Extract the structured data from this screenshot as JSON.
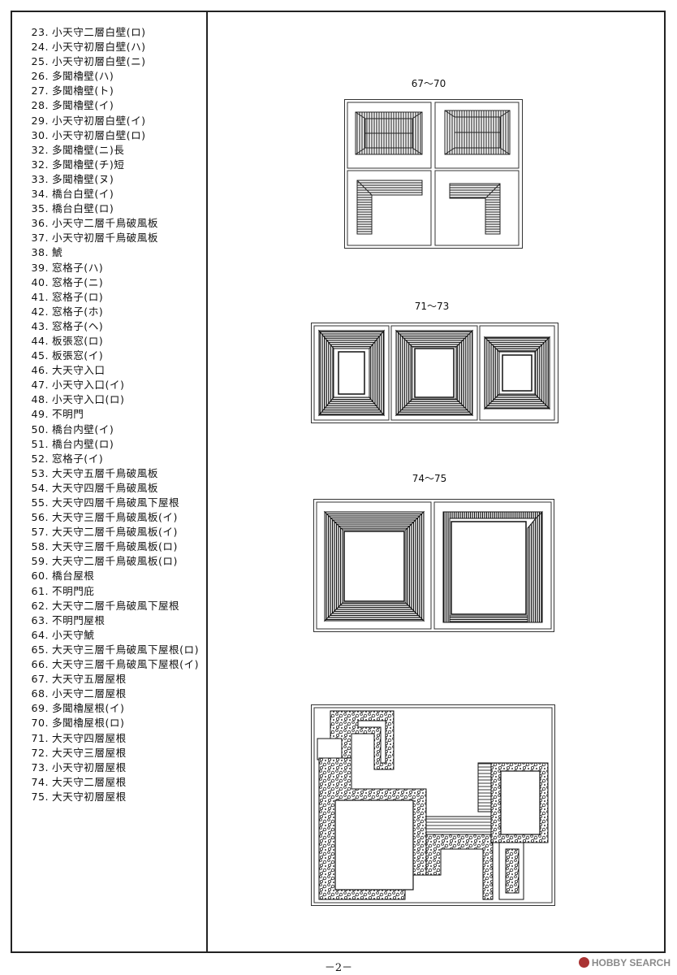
{
  "parts": [
    {
      "num": "23.",
      "name": "小天守二層白壁(ロ)"
    },
    {
      "num": "24.",
      "name": "小天守初層白壁(ハ)"
    },
    {
      "num": "25.",
      "name": "小天守初層白壁(ニ)"
    },
    {
      "num": "26.",
      "name": "多聞櫓壁(ハ)"
    },
    {
      "num": "27.",
      "name": "多聞櫓壁(ト)"
    },
    {
      "num": "28.",
      "name": "多聞櫓壁(イ)"
    },
    {
      "num": "29.",
      "name": "小天守初層白壁(イ)"
    },
    {
      "num": "30.",
      "name": "小天守初層白壁(ロ)"
    },
    {
      "num": "32.",
      "name": "多聞櫓壁(ニ)長"
    },
    {
      "num": "32.",
      "name": "多聞櫓壁(チ)短"
    },
    {
      "num": "33.",
      "name": "多聞櫓壁(ヌ)"
    },
    {
      "num": "34.",
      "name": "橋台白壁(イ)"
    },
    {
      "num": "35.",
      "name": "橋台白壁(ロ)"
    },
    {
      "num": "36.",
      "name": "小天守二層千鳥破風板"
    },
    {
      "num": "37.",
      "name": "小天守初層千鳥破風板"
    },
    {
      "num": "38.",
      "name": "鯱"
    },
    {
      "num": "39.",
      "name": "窓格子(ハ)"
    },
    {
      "num": "40.",
      "name": "窓格子(ニ)"
    },
    {
      "num": "41.",
      "name": "窓格子(ロ)"
    },
    {
      "num": "42.",
      "name": "窓格子(ホ)"
    },
    {
      "num": "43.",
      "name": "窓格子(ヘ)"
    },
    {
      "num": "44.",
      "name": "板張窓(ロ)"
    },
    {
      "num": "45.",
      "name": "板張窓(イ)"
    },
    {
      "num": "46.",
      "name": "大天守入口"
    },
    {
      "num": "47.",
      "name": "小天守入口(イ)"
    },
    {
      "num": "48.",
      "name": "小天守入口(ロ)"
    },
    {
      "num": "49.",
      "name": "不明門"
    },
    {
      "num": "50.",
      "name": "橋台内壁(イ)"
    },
    {
      "num": "51.",
      "name": "橋台内壁(ロ)"
    },
    {
      "num": "52.",
      "name": "窓格子(イ)"
    },
    {
      "num": "53.",
      "name": "大天守五層千鳥破風板"
    },
    {
      "num": "54.",
      "name": "大天守四層千鳥破風板"
    },
    {
      "num": "55.",
      "name": "大天守四層千鳥破風下屋根"
    },
    {
      "num": "56.",
      "name": "大天守三層千鳥破風板(イ)"
    },
    {
      "num": "57.",
      "name": "大天守二層千鳥破風板(イ)"
    },
    {
      "num": "58.",
      "name": "大天守三層千鳥破風板(ロ)"
    },
    {
      "num": "59.",
      "name": "大天守二層千鳥破風板(ロ)"
    },
    {
      "num": "60.",
      "name": "橋台屋根"
    },
    {
      "num": "61.",
      "name": "不明門庇"
    },
    {
      "num": "62.",
      "name": "大天守二層千鳥破風下屋根"
    },
    {
      "num": "63.",
      "name": "不明門屋根"
    },
    {
      "num": "64.",
      "name": "小天守鯱"
    },
    {
      "num": "65.",
      "name": "大天守三層千鳥破風下屋根(ロ)"
    },
    {
      "num": "66.",
      "name": "大天守三層千鳥破風下屋根(イ)"
    },
    {
      "num": "67.",
      "name": "大天守五層屋根"
    },
    {
      "num": "68.",
      "name": "小天守二層屋根"
    },
    {
      "num": "69.",
      "name": "多聞櫓屋根(イ)"
    },
    {
      "num": "70.",
      "name": "多聞櫓屋根(ロ)"
    },
    {
      "num": "71.",
      "name": "大天守四層屋根"
    },
    {
      "num": "72.",
      "name": "大天守三層屋根"
    },
    {
      "num": "73.",
      "name": "小天守初層屋根"
    },
    {
      "num": "74.",
      "name": "大天守二層屋根"
    },
    {
      "num": "75.",
      "name": "大天守初層屋根"
    }
  ],
  "figures": {
    "fig1_caption": "67～70",
    "fig2_caption": "71～73",
    "fig3_caption": "74～75"
  },
  "page_number": "－2－",
  "watermark": "HOBBY SEARCH"
}
